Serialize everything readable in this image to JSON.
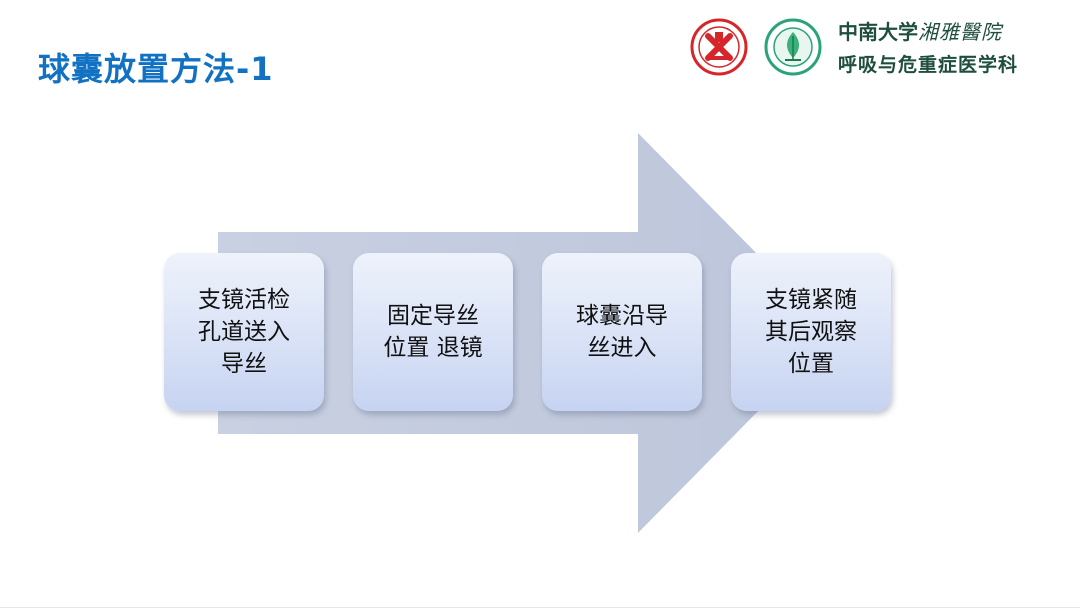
{
  "slide": {
    "title": "球囊放置方法-1"
  },
  "header": {
    "org_name": "中南大学",
    "org_script": "湘雅醫院",
    "department": "呼吸与危重症医学科",
    "logo_left": "hospital-crest-icon",
    "logo_right": "department-emblem-icon",
    "logo_left_color": "#d6262a",
    "logo_right_color": "#2aa37a"
  },
  "process": {
    "arrow_color": "#c5cde0",
    "steps": [
      {
        "label": "支镜活检\n孔道送入\n导丝"
      },
      {
        "label": "固定导丝\n位置  退镜"
      },
      {
        "label": "球囊沿导\n丝进入"
      },
      {
        "label": "支镜紧随\n其后观察\n位置"
      }
    ]
  },
  "colors": {
    "title": "#1172c4",
    "org_text": "#1f4e3d",
    "box_top": "#eef2fb",
    "box_bottom": "#c6d3f1"
  }
}
